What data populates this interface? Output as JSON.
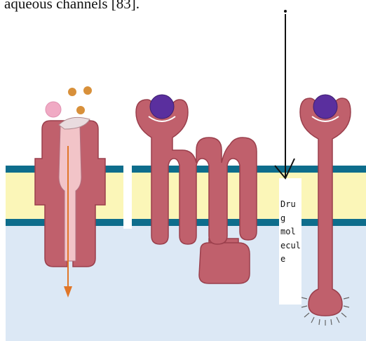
{
  "caption": "aqueous channels [83].",
  "drug_label": "Dru\ng\nmol\necul\ne",
  "colors": {
    "protein": "#c0606c",
    "protein_outline": "#9a3f4c",
    "ligand": "#5a2f9e",
    "membrane_band": "#0e6d8c",
    "membrane_core": "#fbf6b8",
    "cytoplasm": "#dce8f5",
    "channel_interior": "#f2c4c8",
    "ion": "#d8903a",
    "pink_molecule": "#f0aac4",
    "arrow": "#e07628"
  },
  "icons": [
    "ion-channel",
    "gpcr",
    "receptor",
    "drug-molecule",
    "arrow"
  ]
}
